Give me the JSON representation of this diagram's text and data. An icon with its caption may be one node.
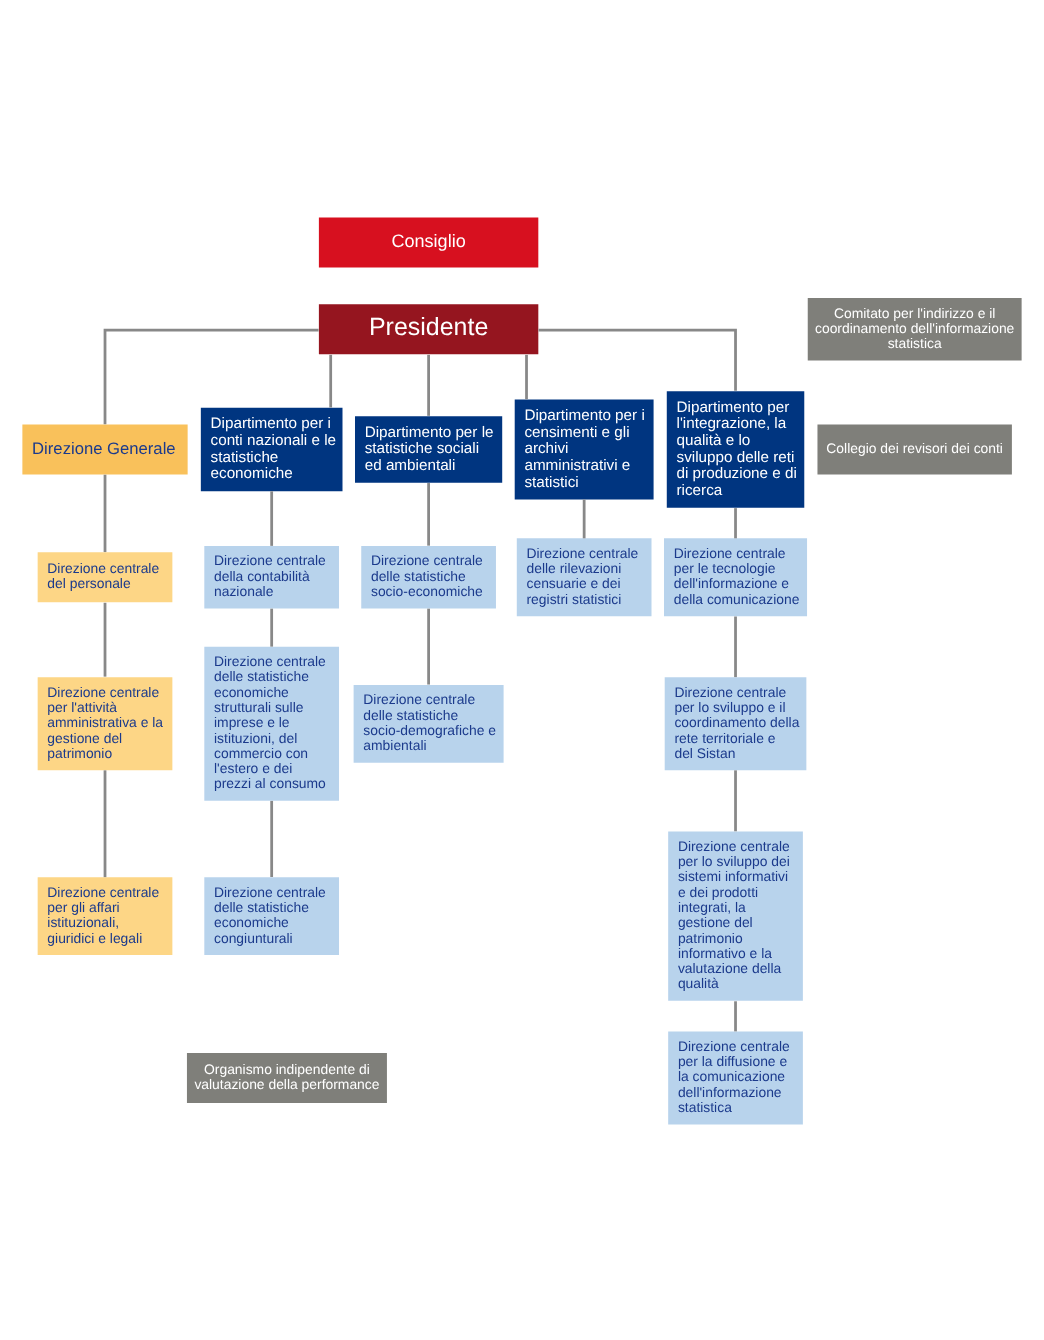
{
  "diagram": {
    "nodes": [
      {
        "text": [
          "Consiglio"
        ]
      },
      {
        "text": [
          "Comitato per l'indirizzo e il coordinamento dell'informazione statistica"
        ]
      },
      {
        "text": [
          "Presidente"
        ]
      },
      {
        "text": [
          "Collegio dei revisori dei conti"
        ]
      },
      {
        "text": [
          "Organismo indipendente di valutazione della performance"
        ]
      },
      {
        "text": [
          "Direzione Generale"
        ]
      },
      {
        "text": [
          "Dipartimento per i conti nazionali e le statistiche economiche"
        ]
      },
      {
        "text": [
          "Dipartimento per le statistiche sociali ed ambientali"
        ]
      },
      {
        "text": [
          "Dipartimento per i censimenti e gli archivi amministrativi e statistici"
        ]
      },
      {
        "text": [
          "Dipartimento per l'integrazione, la qualità e lo sviluppo delle reti di produzione e di ricerca"
        ]
      },
      {
        "text": [
          "Direzione centrale del personale"
        ]
      },
      {
        "text": [
          "Direzione centrale della contabilità nazionale"
        ]
      },
      {
        "text": [
          "Direzione centrale delle statistiche socio-economiche"
        ]
      },
      {
        "text": [
          "Direzione centrale delle rilevazioni censuarie e dei registri statistici"
        ]
      },
      {
        "text": [
          "Direzione centrale per le tecnologie dell'informazione e della comunicazione"
        ]
      },
      {
        "text": [
          "Direzione centrale per l'attività amministrativa e la gestione del patrimonio"
        ]
      },
      {
        "text": [
          "Direzione centrale delle statistiche economiche strutturali sulle imprese e le istituzioni, del commercio con l'estero e dei prezzi al consumo"
        ]
      },
      {
        "text": [
          "Direzione centrale delle statistiche socio-demografiche e ambientali"
        ]
      },
      {
        "text": [
          "Direzione centrale per lo sviluppo e il coordinamento della rete territoriale e del Sistan"
        ]
      },
      {
        "text": [
          "Direzione centrale per gli affari istituzionali, giuridici e legali"
        ]
      },
      {
        "text": [
          "Direzione centrale per lo sviluppo dei sistemi informativi e dei prodotti integrati, la gestione del patrimonio informativo e la valutazione della qualità"
        ]
      },
      {
        "text": [
          "Direzione centrale delle statistiche economiche congiunturali"
        ]
      },
      {
        "text": [
          "Direzione centrale per la diffusione e la comunicazione dell'informazione statistica"
        ]
      }
    ],
    "edges": [
      {
        "from": 2,
        "to": 5,
        "arrow": "none"
      },
      {
        "from": 2,
        "to": 6,
        "arrow": "none"
      },
      {
        "from": 2,
        "to": 7,
        "arrow": "none"
      },
      {
        "from": 2,
        "to": 8,
        "arrow": "none"
      },
      {
        "from": 2,
        "to": 9,
        "arrow": "none"
      },
      {
        "from": 5,
        "to": 10,
        "arrow": "none"
      },
      {
        "from": 10,
        "to": 15,
        "arrow": "none"
      },
      {
        "from": 15,
        "to": 19,
        "arrow": "none"
      },
      {
        "from": 6,
        "to": 11,
        "arrow": "none"
      },
      {
        "from": 11,
        "to": 16,
        "arrow": "none"
      },
      {
        "from": 16,
        "to": 21,
        "arrow": "none"
      },
      {
        "from": 7,
        "to": 12,
        "arrow": "none"
      },
      {
        "from": 12,
        "to": 17,
        "arrow": "none"
      },
      {
        "from": 8,
        "to": 13,
        "arrow": "none"
      },
      {
        "from": 9,
        "to": 14,
        "arrow": "none"
      },
      {
        "from": 14,
        "to": 18,
        "arrow": "none"
      },
      {
        "from": 18,
        "to": 20,
        "arrow": "none"
      },
      {
        "from": 20,
        "to": 22,
        "arrow": "none"
      }
    ]
  }
}
